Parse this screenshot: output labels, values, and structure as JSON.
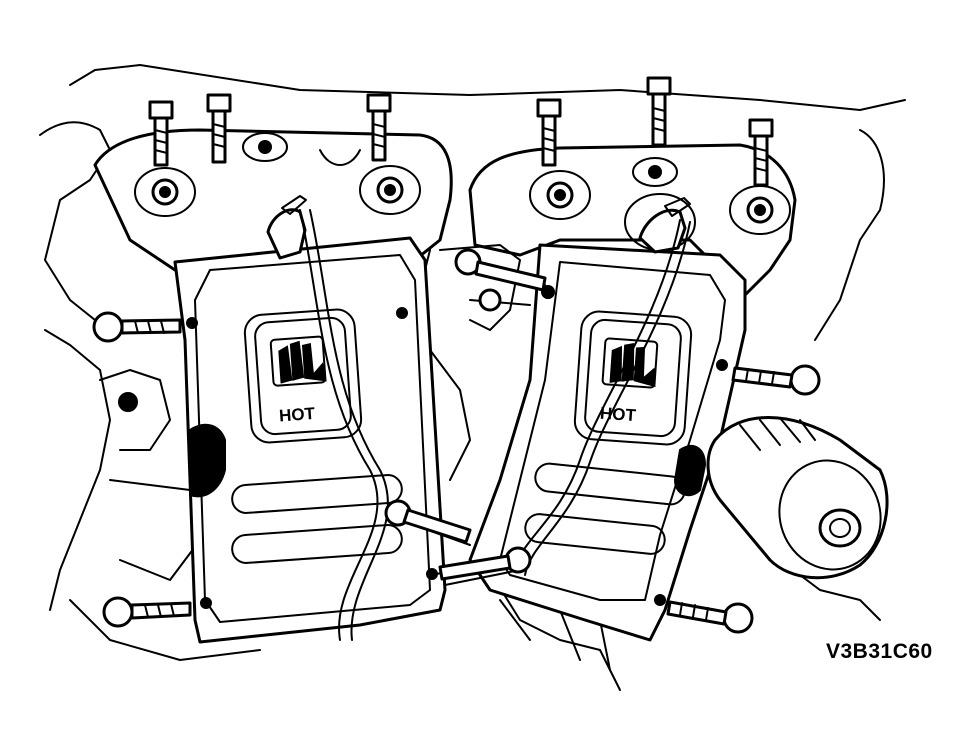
{
  "figure": {
    "code": "V3B31C60",
    "left_heat_shield_label": "HOT",
    "right_heat_shield_label": "HOT"
  },
  "icons": {
    "hot_symbol": "hot-surface-hand-icon",
    "bolt": "bolt-icon"
  }
}
